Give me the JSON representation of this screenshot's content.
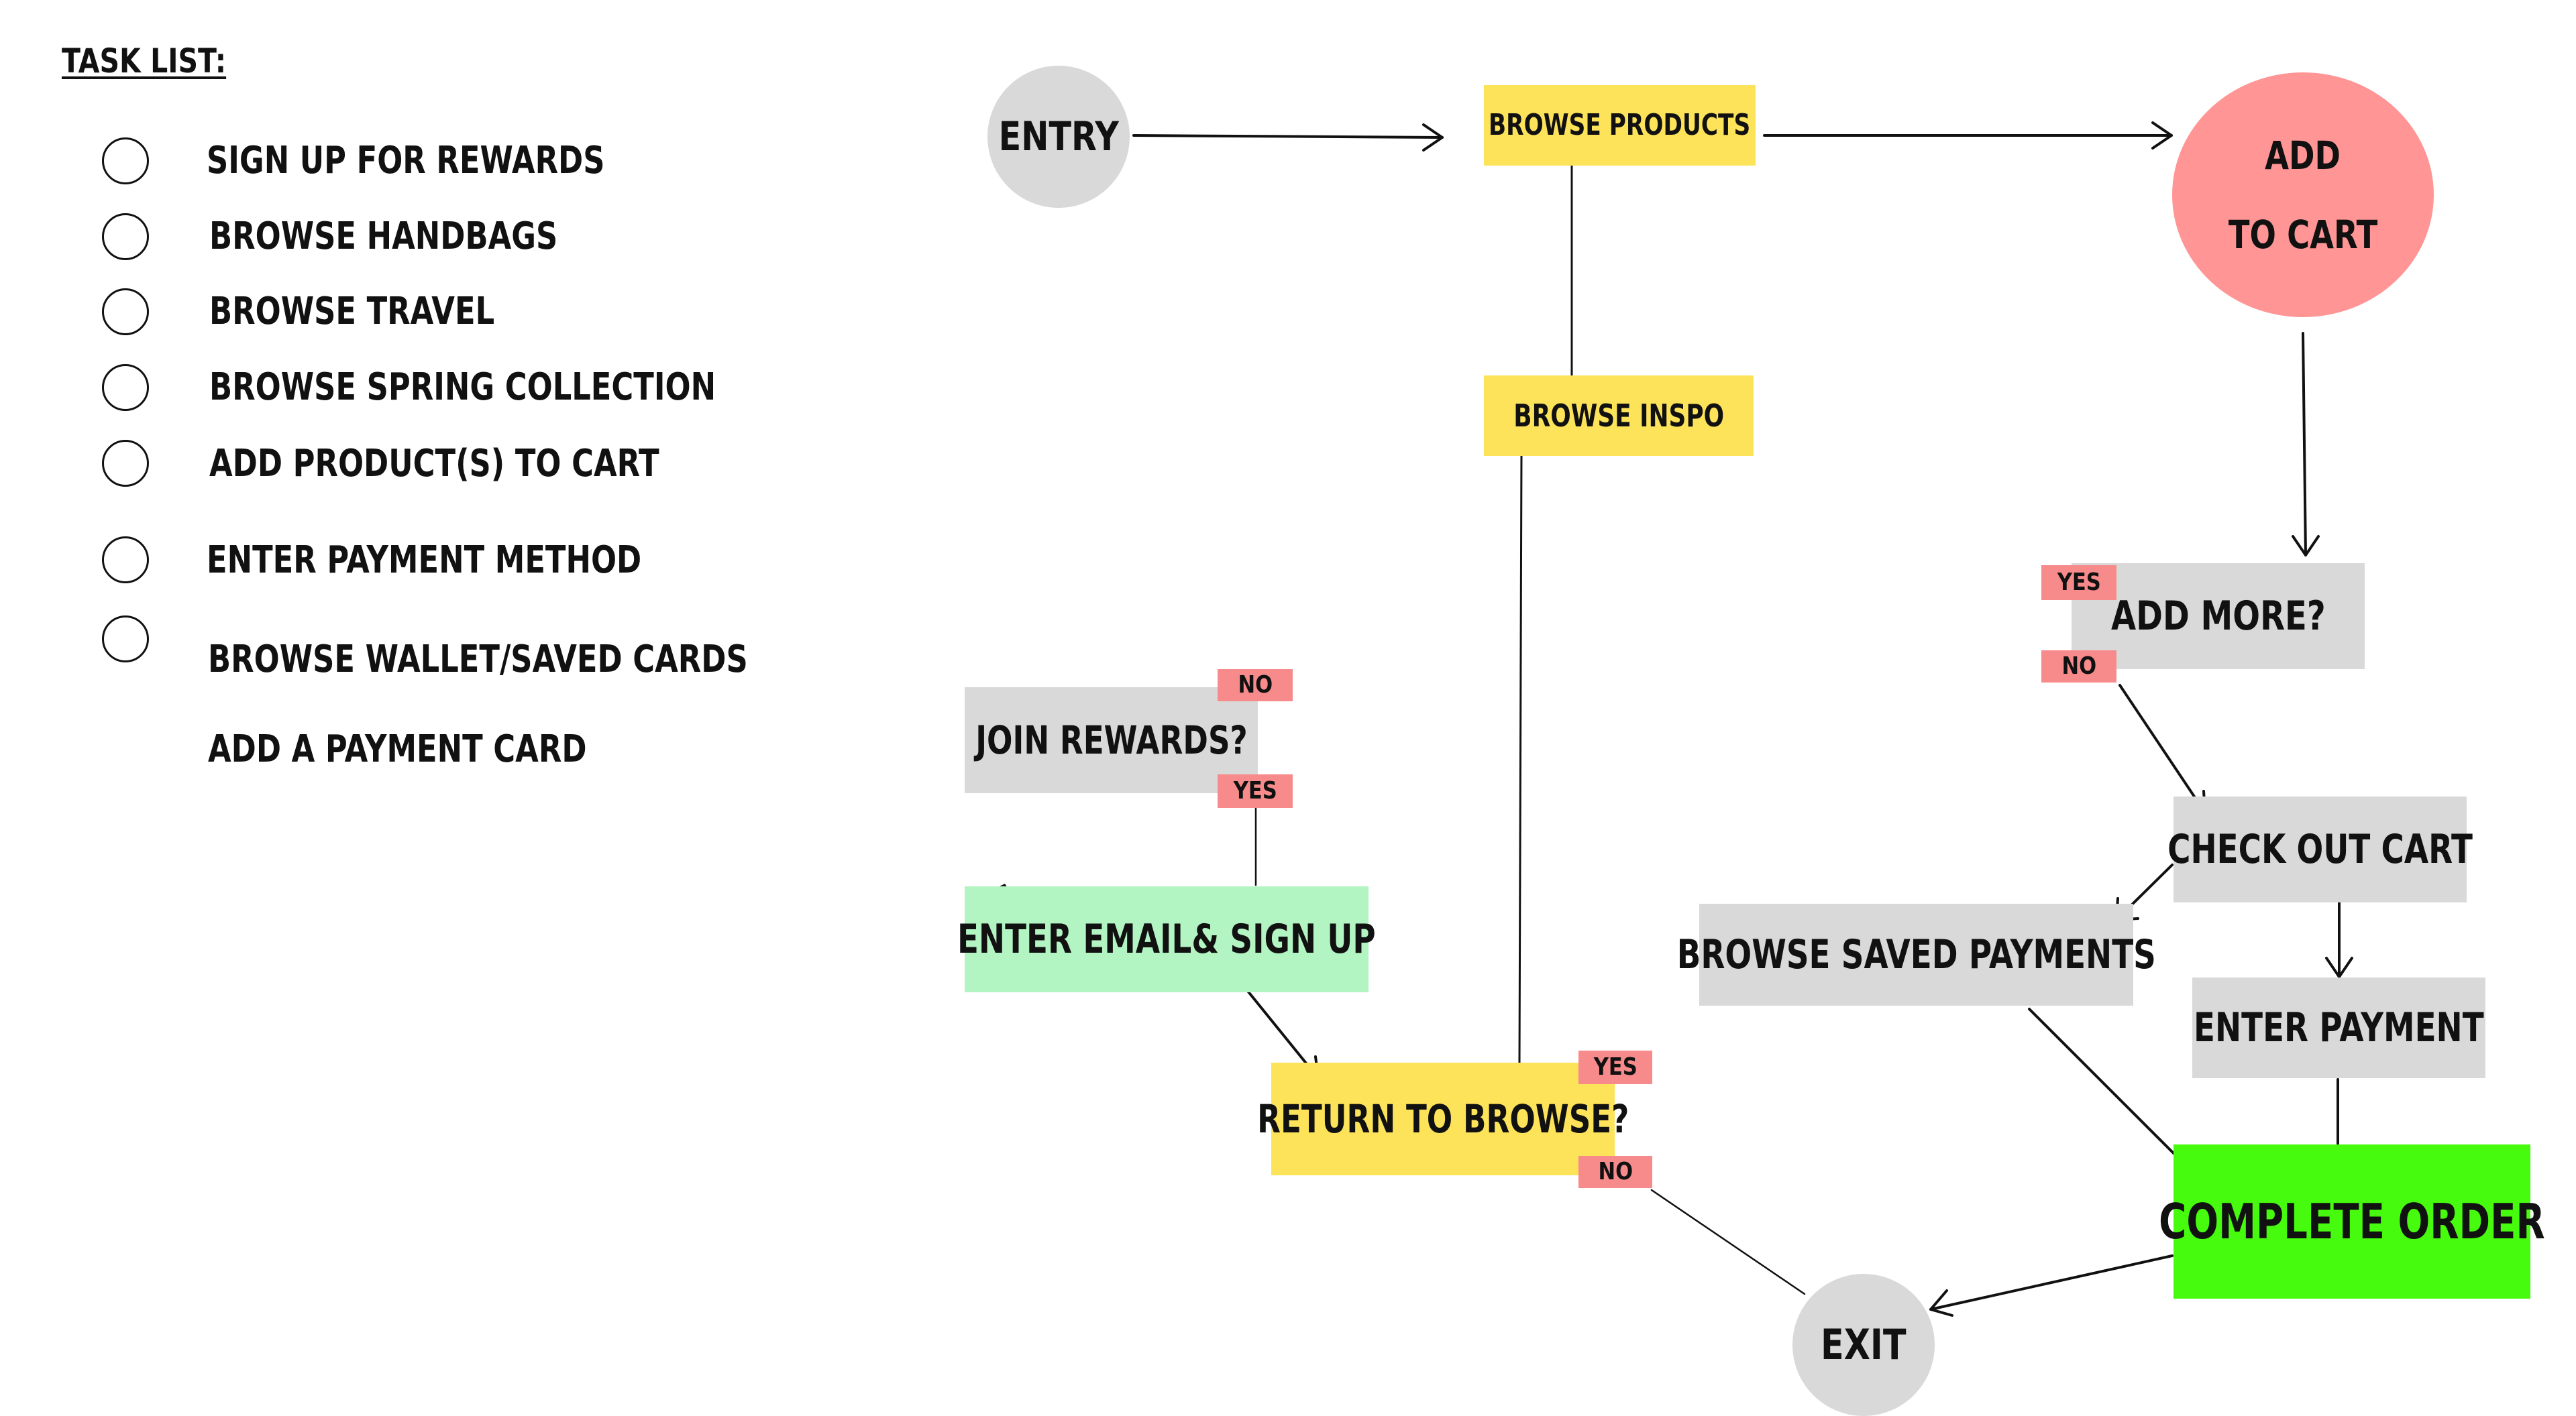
{
  "task_list": {
    "title": "TASK LIST:",
    "items": [
      "SIGN UP FOR REWARDS",
      "BROWSE HANDBAGS",
      "BROWSE TRAVEL",
      "BROWSE SPRING COLLECTION",
      "ADD PRODUCT(S) TO CART",
      "ENTER PAYMENT METHOD",
      "BROWSE WALLET/SAVED CARDS",
      "ADD A PAYMENT CARD"
    ]
  },
  "flow": {
    "entry": "ENTRY",
    "browse_products": "BROWSE PRODUCTS",
    "add_to_cart_line1": "ADD",
    "add_to_cart_line2": "TO CART",
    "browse_inspo": "BROWSE INSPO",
    "add_more": "ADD MORE?",
    "join_rewards": "JOIN REWARDS?",
    "enter_email": "ENTER EMAIL& SIGN UP",
    "return_to_browse": "RETURN TO BROWSE?",
    "check_out_cart": "CHECK OUT CART",
    "browse_saved_payments": "BROWSE SAVED PAYMENTS",
    "enter_payment": "ENTER PAYMENT",
    "complete_order": "COMPLETE ORDER",
    "exit": "EXIT"
  },
  "tags": {
    "yes": "YES",
    "no": "NO"
  },
  "colors": {
    "yellow": "#fde35a",
    "gray": "#d9d9d9",
    "light_green": "#b3f4c3",
    "bright_green": "#46fb0e",
    "pink": "#ff9595",
    "tag_red": "#f78b8b"
  }
}
